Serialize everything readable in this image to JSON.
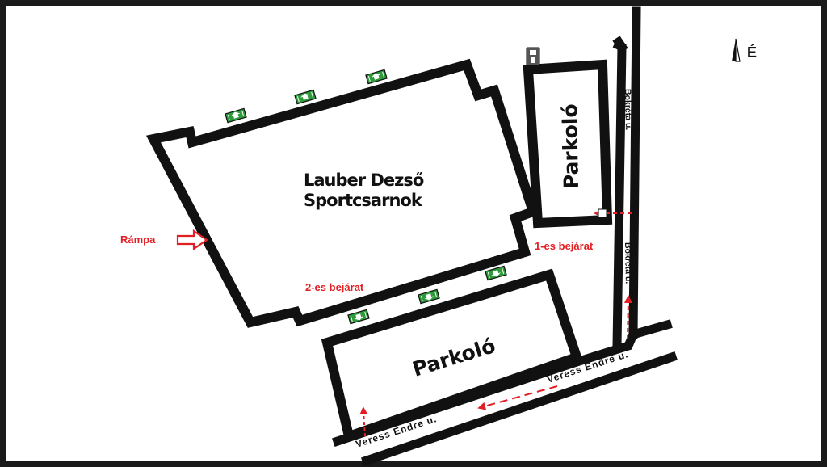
{
  "map": {
    "colors": {
      "frame": "#1a1a1a",
      "paper": "#ffffff",
      "outline": "#111111",
      "entrance_green": "#2e9a3c",
      "route_red": "#e31e24"
    },
    "north_label": "É",
    "building_name_line1": "Lauber Dezső",
    "building_name_line2": "Sportcsarnok",
    "parking_east_label": "Parkoló",
    "parking_south_label": "Parkoló",
    "street_north": "Bokréta u.",
    "street_north_lower": "Bokréta u.",
    "street_veress_1": "Veress Endre u.",
    "street_veress_2": "Veress Endre u.",
    "ramp_label": "Rámpa",
    "entrance_1_label": "1-es bejárat",
    "entrance_2_label": "2-es bejárat",
    "icons": [
      "north-arrow-icon",
      "ticket-machine-icon",
      "ramp-arrow-icon",
      "entrance-arrow-icon",
      "route-arrow-icon"
    ]
  }
}
